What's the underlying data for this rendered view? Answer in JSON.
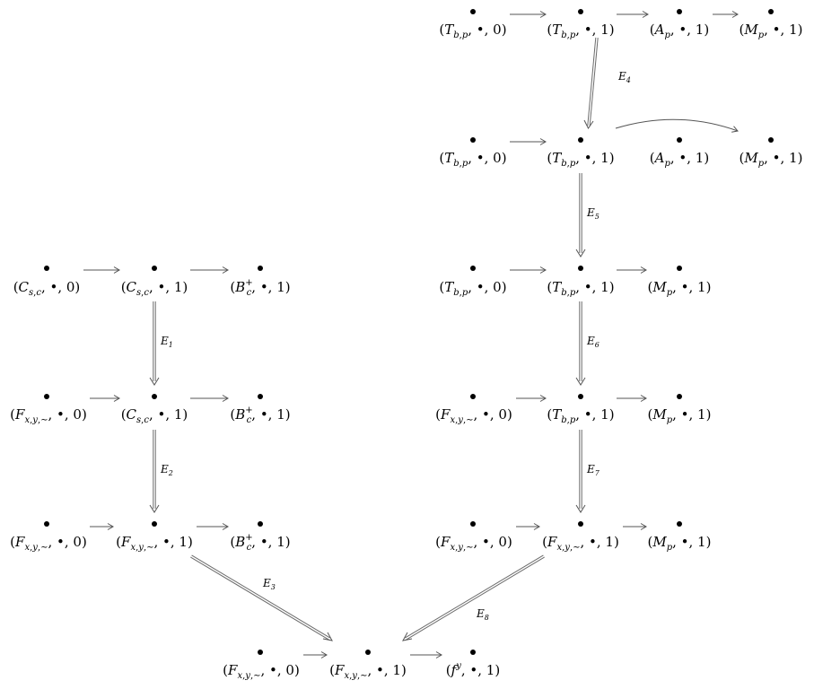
{
  "diagram": {
    "nodes": [
      {
        "id": "n1",
        "text": "(T_{b,p}, •, 0)"
      },
      {
        "id": "n2",
        "text": "(T_{b,p}, •, 1)"
      },
      {
        "id": "n3",
        "text": "(A_p, •, 1)"
      },
      {
        "id": "n4",
        "text": "(M_p, •, 1)"
      },
      {
        "id": "n5",
        "text": "(T_{b,p}, •, 0)"
      },
      {
        "id": "n6",
        "text": "(T_{b,p}, •, 1)"
      },
      {
        "id": "n7",
        "text": "(A_p, •, 1)"
      },
      {
        "id": "n8",
        "text": "(M_p, •, 1)"
      },
      {
        "id": "n9",
        "text": "(C_{s,c}, •, 0)"
      },
      {
        "id": "n10",
        "text": "(C_{s,c}, •, 1)"
      },
      {
        "id": "n11",
        "text": "(B_c^+, •, 1)"
      },
      {
        "id": "n12",
        "text": "(T_{b,p}, •, 0)"
      },
      {
        "id": "n13",
        "text": "(T_{b,p}, •, 1)"
      },
      {
        "id": "n14",
        "text": "(M_p, •, 1)"
      },
      {
        "id": "n15",
        "text": "(F_{x,y,~}, •, 0)"
      },
      {
        "id": "n16",
        "text": "(C_{s,c}, •, 1)"
      },
      {
        "id": "n17",
        "text": "(B_c^+, •, 1)"
      },
      {
        "id": "n18",
        "text": "(F_{x,y,~}, •, 0)"
      },
      {
        "id": "n19",
        "text": "(T_{b,p}, •, 1)"
      },
      {
        "id": "n20",
        "text": "(M_p, •, 1)"
      },
      {
        "id": "n21",
        "text": "(F_{x,y,~}, •, 0)"
      },
      {
        "id": "n22",
        "text": "(F_{x,y,~}, •, 1)"
      },
      {
        "id": "n23",
        "text": "(B_c^+, •, 1)"
      },
      {
        "id": "n24",
        "text": "(F_{x,y,~}, •, 0)"
      },
      {
        "id": "n25",
        "text": "(F_{x,y,~}, •, 1)"
      },
      {
        "id": "n26",
        "text": "(M_p, •, 1)"
      },
      {
        "id": "n27",
        "text": "(F_{x,y,~}, •, 0)"
      },
      {
        "id": "n28",
        "text": "(F_{x,y,~}, •, 1)"
      },
      {
        "id": "n29",
        "text": "(f^y, •, 1)"
      }
    ],
    "edge_labels": [
      {
        "id": "e1",
        "text": "E1"
      },
      {
        "id": "e2",
        "text": "E2"
      },
      {
        "id": "e3",
        "text": "E3"
      },
      {
        "id": "e4",
        "text": "E4"
      },
      {
        "id": "e5",
        "text": "E5"
      },
      {
        "id": "e6",
        "text": "E6"
      },
      {
        "id": "e7",
        "text": "E7"
      },
      {
        "id": "e8",
        "text": "E8"
      }
    ]
  }
}
